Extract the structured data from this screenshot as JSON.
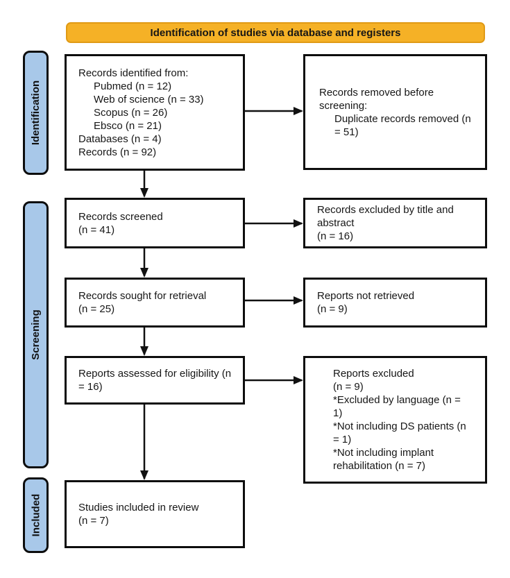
{
  "banner": {
    "label": "Identification of studies via database and registers"
  },
  "colors": {
    "banner_fill": "#F5B126",
    "banner_border": "#E09A15",
    "stage_fill": "#A8C8E9",
    "box_border": "#0d0d0d",
    "arrow": "#111111"
  },
  "stages": {
    "identification": "Identification",
    "screening": "Screening",
    "included": "Included"
  },
  "boxes": {
    "records_identified": {
      "lines": [
        "Records identified from:",
        "Pubmed (n = 12)",
        "Web of science (n = 33)",
        "Scopus (n = 26)",
        "Ebsco (n = 21)",
        "Databases (n = 4)",
        "Records (n = 92)"
      ]
    },
    "records_removed": {
      "lines": [
        "Records removed before",
        "screening:",
        "Duplicate records removed (n",
        "= 51)"
      ]
    },
    "records_screened": {
      "lines": [
        "Records screened",
        "(n = 41)"
      ]
    },
    "records_excluded_title_abstract": {
      "lines": [
        "Records excluded by title and",
        "abstract",
        "(n = 16)"
      ]
    },
    "records_sought": {
      "lines": [
        "Records sought for retrieval",
        "(n = 25)"
      ]
    },
    "reports_not_retrieved": {
      "lines": [
        "Reports not retrieved",
        "(n = 9)"
      ]
    },
    "reports_assessed": {
      "lines": [
        "Reports assessed for eligibility (n",
        "= 16)"
      ]
    },
    "reports_excluded": {
      "lines": [
        "Reports excluded",
        "(n = 9)",
        "*Excluded by language (n =",
        "1)",
        "*Not including DS patients (n",
        "= 1)",
        "*Not including implant",
        "rehabilitation (n = 7)"
      ]
    },
    "studies_included": {
      "lines": [
        "Studies included in review",
        "(n = 7)"
      ]
    }
  }
}
